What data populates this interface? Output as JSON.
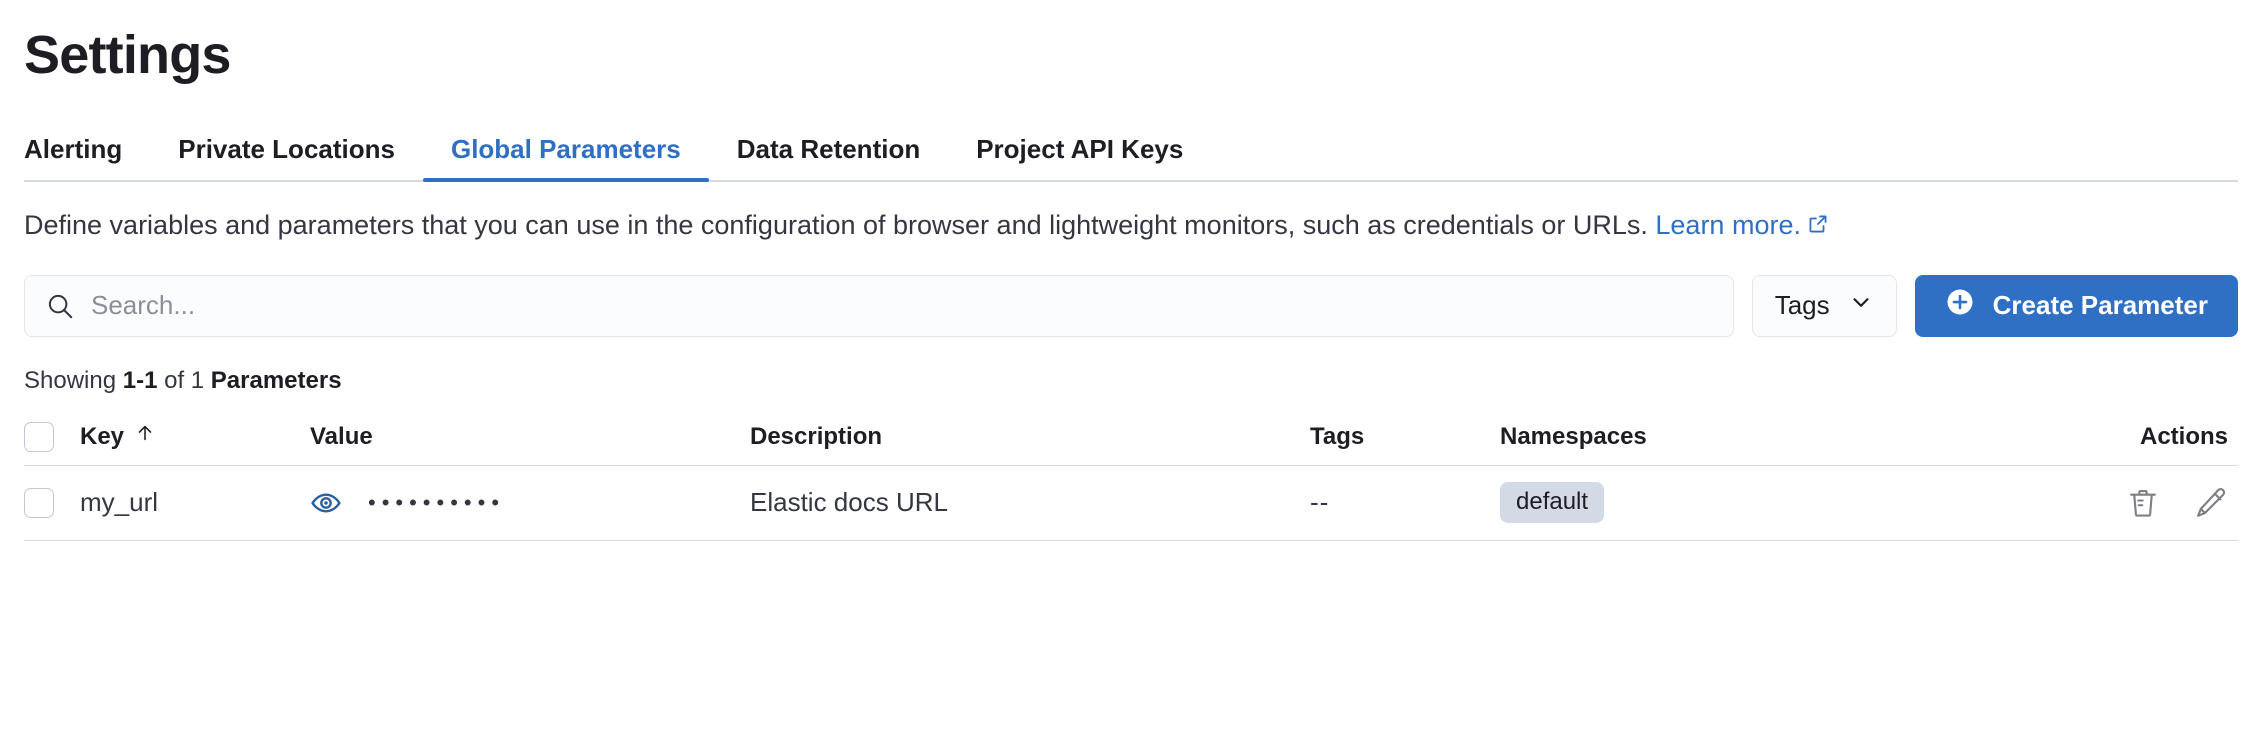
{
  "header": {
    "title": "Settings"
  },
  "tabs": [
    {
      "label": "Alerting",
      "active": false
    },
    {
      "label": "Private Locations",
      "active": false
    },
    {
      "label": "Global Parameters",
      "active": true
    },
    {
      "label": "Data Retention",
      "active": false
    },
    {
      "label": "Project API Keys",
      "active": false
    }
  ],
  "description": {
    "text": "Define variables and parameters that you can use in the configuration of browser and lightweight monitors, such as credentials or URLs.",
    "link_label": "Learn more.",
    "link_icon": "external-link-icon"
  },
  "controls": {
    "search": {
      "placeholder": "Search...",
      "value": "",
      "icon": "search-icon"
    },
    "tags_filter": {
      "label": "Tags",
      "icon": "chevron-down-icon"
    },
    "create_button": {
      "label": "Create Parameter",
      "icon": "plus-circle-icon"
    }
  },
  "results": {
    "prefix": "Showing",
    "range": "1-1",
    "middle": "of 1",
    "entity": "Parameters"
  },
  "table": {
    "columns": [
      {
        "key": "select",
        "label": ""
      },
      {
        "key": "key",
        "label": "Key",
        "sort": "asc",
        "sort_icon": "arrow-up-icon"
      },
      {
        "key": "value",
        "label": "Value"
      },
      {
        "key": "description",
        "label": "Description"
      },
      {
        "key": "tags",
        "label": "Tags"
      },
      {
        "key": "namespaces",
        "label": "Namespaces"
      },
      {
        "key": "actions",
        "label": "Actions"
      }
    ],
    "rows": [
      {
        "selected": false,
        "key": "my_url",
        "value_masked": "••••••••••",
        "value_toggle_icon": "eye-icon",
        "description": "Elastic docs URL",
        "tags": "--",
        "namespaces": [
          "default"
        ],
        "actions": [
          {
            "name": "delete",
            "icon": "trash-icon"
          },
          {
            "name": "edit",
            "icon": "pencil-icon"
          }
        ]
      }
    ]
  },
  "colors": {
    "accent": "#2f6fc4",
    "text": "#343741",
    "heading": "#1d1e24",
    "border": "#d3dae6",
    "badge_bg": "#d3dae6",
    "icon_muted": "#7d7f85"
  }
}
